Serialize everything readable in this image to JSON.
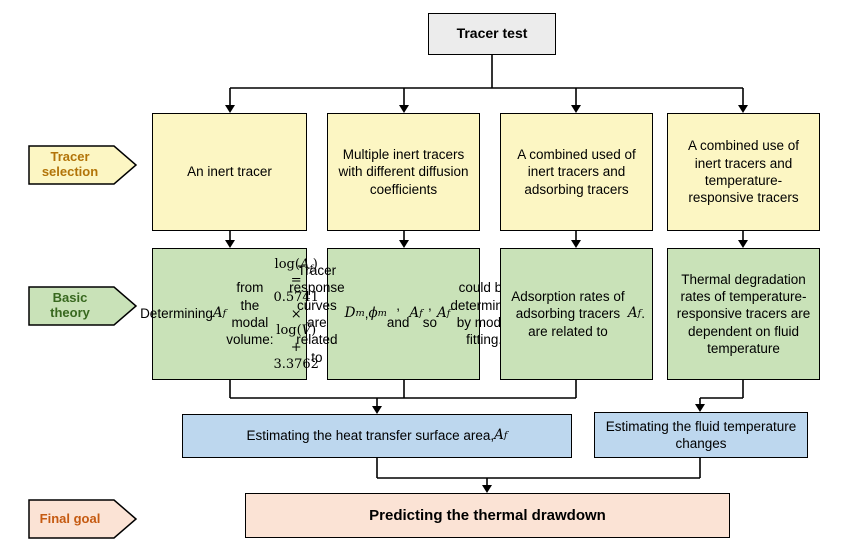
{
  "title": "Tracer test",
  "side_labels": {
    "tracer_selection": "Tracer<br>selection",
    "basic_theory": "Basic<br>theory",
    "final_goal": "Final goal"
  },
  "tracer_selection": [
    "An inert tracer",
    "Multiple inert tracers with different diffusion coefficients",
    "A combined used of inert tracers and adsorbing tracers",
    "A combined use of inert tracers and temperature-responsive tracers"
  ],
  "basic_theory": [
    "Determining <i>A</i><sub><i>f</i></sub> from the modal volume:<br><span class='mathline'>log(<i>A</i><sub><i>f</i></sub>) = 0.5741 &#215;<br>log(<i>V&#775;</i>) + 3.3762</span>",
    "Tracer response curves are related to <i>D</i><sub><i>m</i></sub>, <i>&#981;</i><sub><i>m</i></sub>, and <i>A</i><sub><i>f</i></sub>, so <i>A</i><sub><i>f</i></sub> could be determined by model fitting.",
    "Adsorption rates of adsorbing tracers are related to <i>A</i><sub><i>f</i></sub>.",
    "Thermal degradation rates of temperature-responsive tracers are dependent on fluid temperature"
  ],
  "estimating": [
    "Estimating the heat transfer surface area, <i>A</i><sub><i>f</i></sub>",
    "Estimating the fluid temperature changes"
  ],
  "final_goal": "Predicting the thermal drawdown",
  "colors": {
    "yellow": "#fcf6c3",
    "green": "#c9e2b8",
    "blue": "#bdd7ee",
    "peach": "#fbe3d5",
    "gray": "#ececec",
    "tracer_selection_text": "#b27409",
    "basic_theory_text": "#38681f",
    "final_goal_text": "#c55a11",
    "line": "#000000"
  }
}
